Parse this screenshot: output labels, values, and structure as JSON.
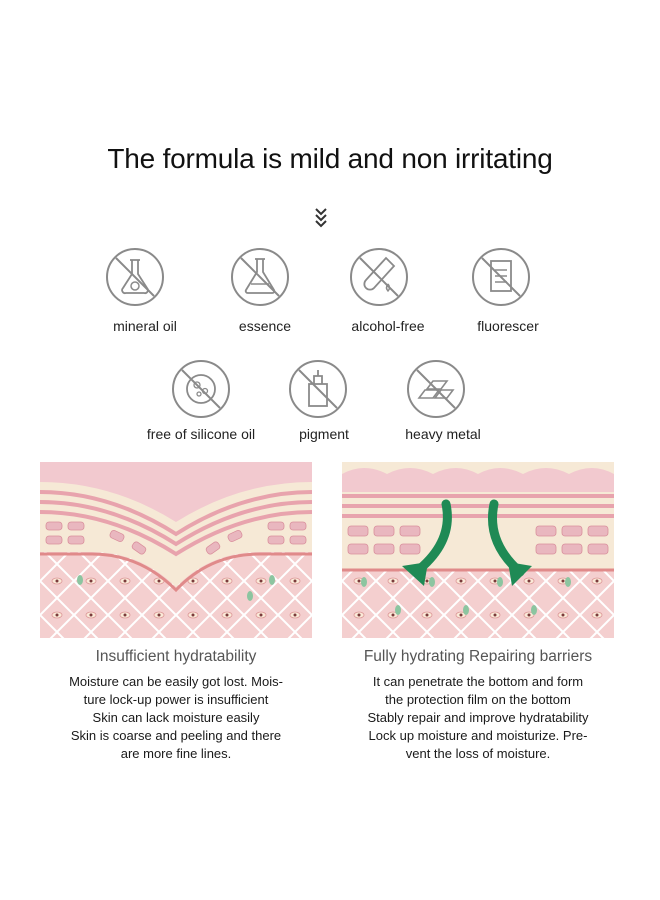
{
  "title": "The formula is mild and non irritating",
  "icons_row1": [
    {
      "label": "mineral oil",
      "icon": "flask-icon"
    },
    {
      "label": "essence",
      "icon": "conical-flask-icon"
    },
    {
      "label": "alcohol-free",
      "icon": "test-tube-icon"
    },
    {
      "label": "fluorescer",
      "icon": "document-icon"
    }
  ],
  "icons_row2": [
    {
      "label": "free of silicone oil",
      "icon": "petri-dish-icon"
    },
    {
      "label": "pigment",
      "icon": "dropper-bottle-icon"
    },
    {
      "label": "heavy metal",
      "icon": "metal-bars-icon"
    }
  ],
  "left": {
    "heading": "Insufficient hydratability",
    "lines": [
      "Moisture can be easily got lost. Mois-",
      "ture lock-up power is insufficient",
      "Skin can lack moisture easily",
      "Skin is coarse and peeling and there",
      "are more fine lines."
    ]
  },
  "right": {
    "heading": "Fully hydrating Repairing barriers",
    "lines": [
      "It can penetrate the bottom and form",
      "the protection film on the bottom",
      "Stably repair and improve hydratability",
      "Lock up moisture and moisturize. Pre-",
      "vent the loss of moisture."
    ]
  },
  "colors": {
    "skin_top": "#f2c9cf",
    "skin_stripe": "#e8a3ad",
    "cell_row": "#f6e9d6",
    "cell": "#e9b7bf",
    "dermis": "#f4cfcf",
    "arrow": "#1f8a55",
    "icon_stroke": "#8a8a8a"
  }
}
